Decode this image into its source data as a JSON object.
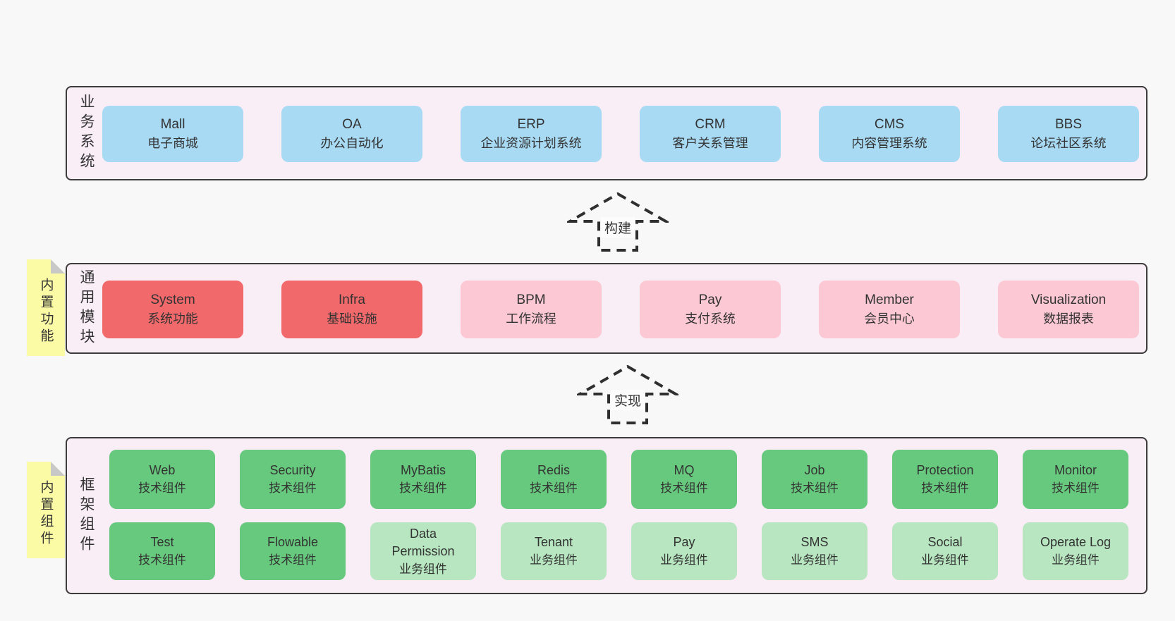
{
  "diagram": {
    "colors": {
      "page_bg": "#f8f8f8",
      "panel_bg": "#f9edf6",
      "panel_border": "#3c3c3c",
      "blue_box": "#a8daf4",
      "red_box": "#f1696b",
      "pink_box": "#fbc8d3",
      "green_dark_box": "#67c97d",
      "green_light_box": "#b7e6c0",
      "note_yellow": "#fbfba6",
      "note_fold": "#c8c8c8",
      "text": "#333333"
    },
    "arrows": [
      {
        "label": "构建"
      },
      {
        "label": "实现"
      }
    ],
    "sections": {
      "business": {
        "label": "业务系统",
        "boxes": [
          {
            "title": "Mall",
            "subtitle": "电子商城",
            "variant": "blue"
          },
          {
            "title": "OA",
            "subtitle": "办公自动化",
            "variant": "blue"
          },
          {
            "title": "ERP",
            "subtitle": "企业资源计划系统",
            "variant": "blue"
          },
          {
            "title": "CRM",
            "subtitle": "客户关系管理",
            "variant": "blue"
          },
          {
            "title": "CMS",
            "subtitle": "内容管理系统",
            "variant": "blue"
          },
          {
            "title": "BBS",
            "subtitle": "论坛社区系统",
            "variant": "blue"
          }
        ]
      },
      "modules": {
        "label": "通用模块",
        "note": "内置功能",
        "boxes": [
          {
            "title": "System",
            "subtitle": "系统功能",
            "variant": "red"
          },
          {
            "title": "Infra",
            "subtitle": "基础设施",
            "variant": "red"
          },
          {
            "title": "BPM",
            "subtitle": "工作流程",
            "variant": "pink"
          },
          {
            "title": "Pay",
            "subtitle": "支付系统",
            "variant": "pink"
          },
          {
            "title": "Member",
            "subtitle": "会员中心",
            "variant": "pink"
          },
          {
            "title": "Visualization",
            "subtitle": "数据报表",
            "variant": "pink"
          }
        ]
      },
      "components": {
        "label": "框架组件",
        "note": "内置组件",
        "row1": [
          {
            "title": "Web",
            "subtitle": "技术组件",
            "variant": "green-dark"
          },
          {
            "title": "Security",
            "subtitle": "技术组件",
            "variant": "green-dark"
          },
          {
            "title": "MyBatis",
            "subtitle": "技术组件",
            "variant": "green-dark"
          },
          {
            "title": "Redis",
            "subtitle": "技术组件",
            "variant": "green-dark"
          },
          {
            "title": "MQ",
            "subtitle": "技术组件",
            "variant": "green-dark"
          },
          {
            "title": "Job",
            "subtitle": "技术组件",
            "variant": "green-dark"
          },
          {
            "title": "Protection",
            "subtitle": "技术组件",
            "variant": "green-dark"
          },
          {
            "title": "Monitor",
            "subtitle": "技术组件",
            "variant": "green-dark"
          }
        ],
        "row2": [
          {
            "title": "Test",
            "subtitle": "技术组件",
            "variant": "green-dark"
          },
          {
            "title": "Flowable",
            "subtitle": "技术组件",
            "variant": "green-dark"
          },
          {
            "title": "Data Permission",
            "subtitle": "业务组件",
            "variant": "green-light"
          },
          {
            "title": "Tenant",
            "subtitle": "业务组件",
            "variant": "green-light"
          },
          {
            "title": "Pay",
            "subtitle": "业务组件",
            "variant": "green-light"
          },
          {
            "title": "SMS",
            "subtitle": "业务组件",
            "variant": "green-light"
          },
          {
            "title": "Social",
            "subtitle": "业务组件",
            "variant": "green-light"
          },
          {
            "title": "Operate Log",
            "subtitle": "业务组件",
            "variant": "green-light"
          }
        ]
      }
    }
  }
}
